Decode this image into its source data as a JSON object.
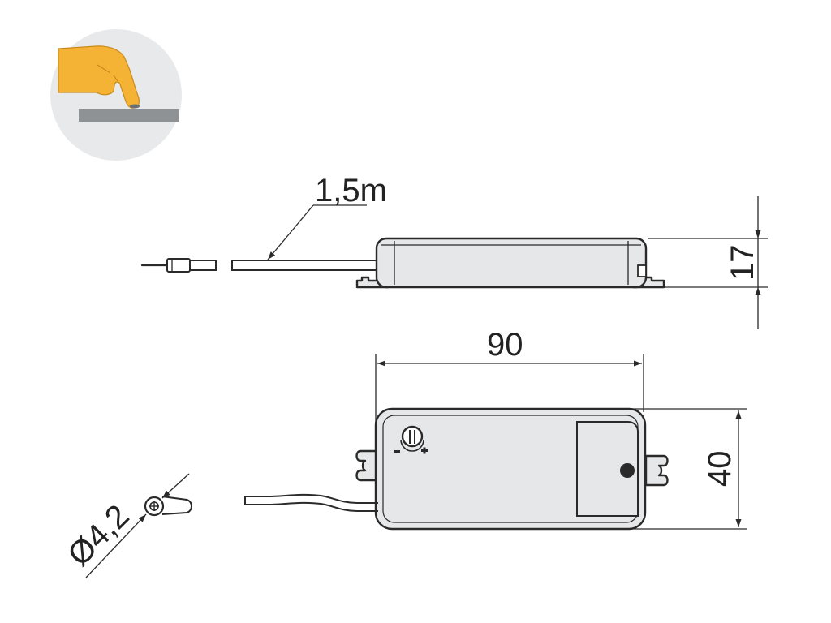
{
  "icon": {
    "name": "touch-press-icon",
    "circle_color": "#e8e9ea",
    "hand_color": "#f5b335",
    "surface_color": "#8f9295"
  },
  "dimensions": {
    "cable_length": "1,5m",
    "height": "17",
    "length": "90",
    "width": "40",
    "hole_diameter": "Ø4,2"
  },
  "colors": {
    "line": "#2a2a2a",
    "housing": "#e6e7e8"
  }
}
